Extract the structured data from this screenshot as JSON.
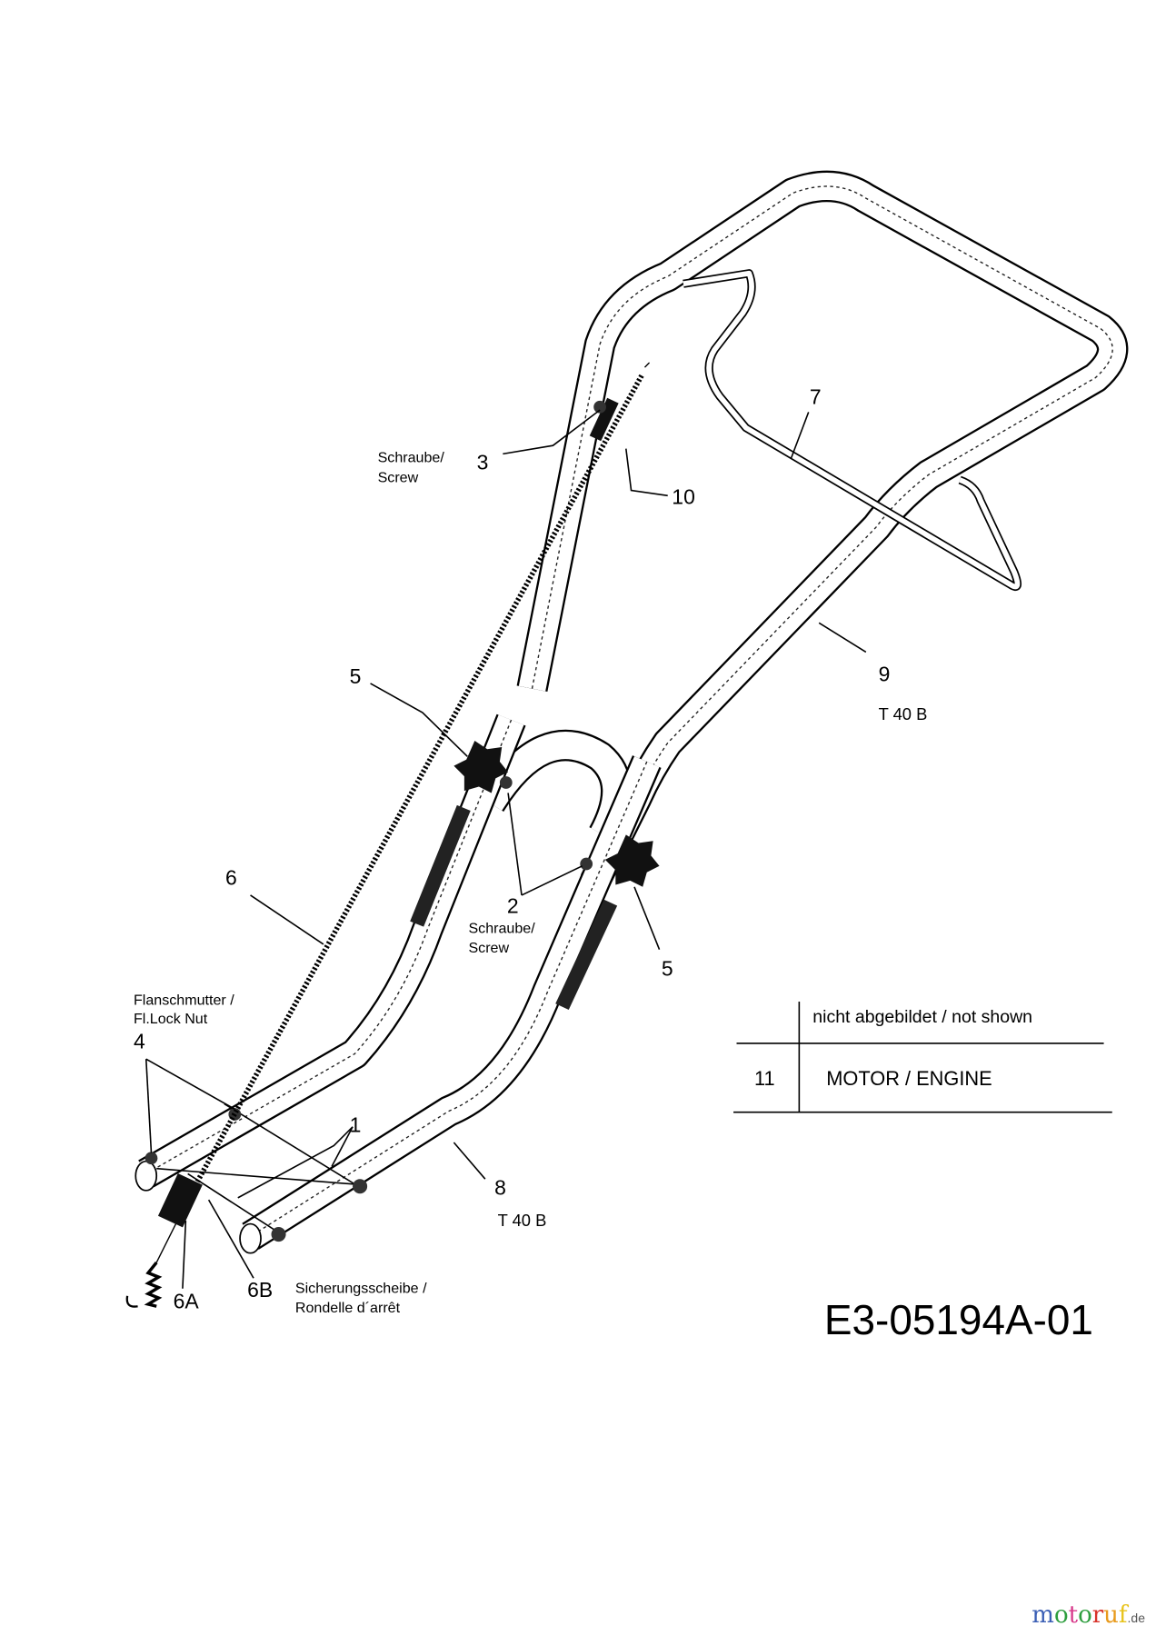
{
  "callouts": {
    "c1": "1",
    "c2": "2",
    "c3": "3",
    "c4": "4",
    "c5a": "5",
    "c5b": "5",
    "c6": "6",
    "c6a": "6A",
    "c6b": "6B",
    "c7": "7",
    "c8": "8",
    "c9": "9",
    "c10": "10"
  },
  "notes": {
    "screw3_l1": "Schraube/",
    "screw3_l2": "Screw",
    "screw2_l1": "Schraube/",
    "screw2_l2": "Screw",
    "nut_l1": "Flanschmutter /",
    "nut_l2": "Fl.Lock Nut",
    "washer_l1": "Sicherungsscheibe /",
    "washer_l2": "Rondelle d´arrêt",
    "t8": "T 40 B",
    "t9": "T 40 B"
  },
  "table": {
    "header": "nicht abgebildet / not shown",
    "rows": [
      {
        "num": "11",
        "desc": "MOTOR / ENGINE"
      }
    ]
  },
  "drawing_code": "E3-05194A-01",
  "watermark": {
    "brand": "motoruf",
    "tld": ".de",
    "colors": [
      "#3b5fb5",
      "#2e9e3e",
      "#d83b8c",
      "#2e9e3e",
      "#d8342c",
      "#e89a1c",
      "#e8c31c"
    ]
  }
}
